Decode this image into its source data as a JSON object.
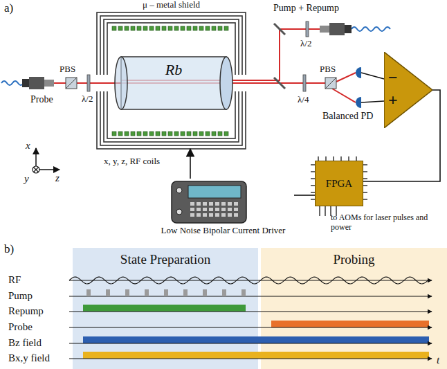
{
  "diagram": {
    "nodes": [
      {
        "text": [
          "μ – metal shield"
        ]
      },
      {
        "text": [
          "Rb"
        ],
        "in": 0
      },
      {
        "text": [
          "−",
          "+"
        ]
      },
      {
        "text": [
          "FPGA"
        ]
      },
      {
        "text": [
          "Low Noise Bipolar Current Driver"
        ]
      },
      {
        "text": [
          "State Preparation"
        ]
      },
      {
        "text": [
          "Probing"
        ]
      }
    ],
    "edges": [
      {
        "from": 2,
        "to": 3,
        "arrow": "none"
      },
      {
        "from": 3,
        "to": 4,
        "arrow": "none"
      },
      {
        "from": 4,
        "to": 0,
        "arrow": "to"
      }
    ],
    "labels": [
      "a)",
      "Pump + Repump",
      "λ/2",
      "Probe",
      "PBS",
      "λ/2",
      "λ/4",
      "PBS",
      "Balanced PD",
      "x",
      "y",
      "z",
      "x, y, z, RF coils",
      "to AOMs for laser pulses and power",
      "b)",
      "RF",
      "Pump",
      "Repump",
      "Probe",
      "Bz field",
      "Bx,y field",
      "t"
    ]
  }
}
